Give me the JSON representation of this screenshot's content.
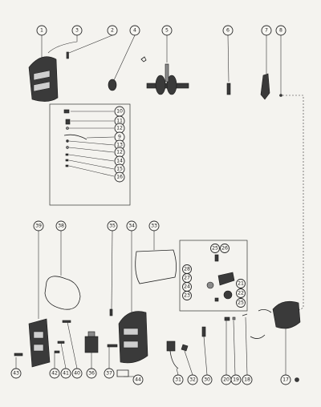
{
  "diagram": {
    "callouts": [
      {
        "id": "c1",
        "label": "1"
      },
      {
        "id": "c3",
        "label": "3"
      },
      {
        "id": "c2",
        "label": "2"
      },
      {
        "id": "c4",
        "label": "4"
      },
      {
        "id": "c5",
        "label": "5"
      },
      {
        "id": "c6",
        "label": "6"
      },
      {
        "id": "c7",
        "label": "7"
      },
      {
        "id": "c8",
        "label": "8"
      },
      {
        "id": "c10",
        "label": "10"
      },
      {
        "id": "c11",
        "label": "11"
      },
      {
        "id": "c12",
        "label": "12"
      },
      {
        "id": "c9",
        "label": "9"
      },
      {
        "id": "c13",
        "label": "13"
      },
      {
        "id": "c12b",
        "label": "12"
      },
      {
        "id": "c14",
        "label": "14"
      },
      {
        "id": "c15",
        "label": "15"
      },
      {
        "id": "c16",
        "label": "16"
      },
      {
        "id": "c39",
        "label": "39"
      },
      {
        "id": "c38",
        "label": "38"
      },
      {
        "id": "c35",
        "label": "35"
      },
      {
        "id": "c34",
        "label": "34"
      },
      {
        "id": "c33",
        "label": "33"
      },
      {
        "id": "c25a",
        "label": "25"
      },
      {
        "id": "c26",
        "label": "26"
      },
      {
        "id": "c28",
        "label": "28"
      },
      {
        "id": "c27",
        "label": "27"
      },
      {
        "id": "c24",
        "label": "24"
      },
      {
        "id": "c23",
        "label": "23"
      },
      {
        "id": "c21",
        "label": "21"
      },
      {
        "id": "c22",
        "label": "22"
      },
      {
        "id": "c25b",
        "label": "25"
      },
      {
        "id": "c43",
        "label": "43"
      },
      {
        "id": "c42",
        "label": "42"
      },
      {
        "id": "c41",
        "label": "41"
      },
      {
        "id": "c40",
        "label": "40"
      },
      {
        "id": "c36",
        "label": "36"
      },
      {
        "id": "c37",
        "label": "37"
      },
      {
        "id": "c44",
        "label": "44"
      },
      {
        "id": "c31",
        "label": "31"
      },
      {
        "id": "c32",
        "label": "32"
      },
      {
        "id": "c30",
        "label": "30"
      },
      {
        "id": "c20",
        "label": "20"
      },
      {
        "id": "c19",
        "label": "19"
      },
      {
        "id": "c18",
        "label": "18"
      },
      {
        "id": "c17",
        "label": "17"
      }
    ]
  }
}
